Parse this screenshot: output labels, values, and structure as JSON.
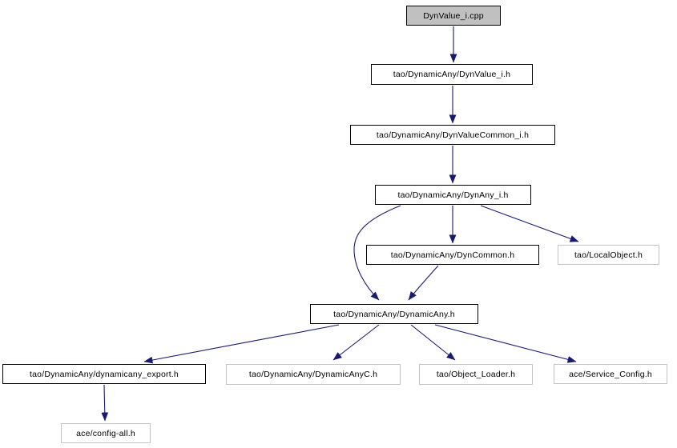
{
  "diagram": {
    "type": "include-dependency-graph",
    "colors": {
      "edge": "#191970",
      "node_fill": "#ffffff",
      "source_node_fill": "#c0c0c0",
      "documented_border": "#000000",
      "external_border": "#c4c4c4",
      "text": "#000000",
      "background": "#ffffff"
    },
    "nodes": [
      {
        "id": "dynvalue_i_cpp",
        "label": "DynValue_i.cpp",
        "style": "source"
      },
      {
        "id": "dynvalue_i_h",
        "label": "tao/DynamicAny/DynValue_i.h",
        "style": "documented"
      },
      {
        "id": "dynvaluecommon_i_h",
        "label": "tao/DynamicAny/DynValueCommon_i.h",
        "style": "documented"
      },
      {
        "id": "dynany_i_h",
        "label": "tao/DynamicAny/DynAny_i.h",
        "style": "documented"
      },
      {
        "id": "dyncommon_h",
        "label": "tao/DynamicAny/DynCommon.h",
        "style": "documented"
      },
      {
        "id": "localobject_h",
        "label": "tao/LocalObject.h",
        "style": "external"
      },
      {
        "id": "dynamicany_h",
        "label": "tao/DynamicAny/DynamicAny.h",
        "style": "documented"
      },
      {
        "id": "dynamicany_export_h",
        "label": "tao/DynamicAny/dynamicany_export.h",
        "style": "documented"
      },
      {
        "id": "dynamicanyc_h",
        "label": "tao/DynamicAny/DynamicAnyC.h",
        "style": "external"
      },
      {
        "id": "object_loader_h",
        "label": "tao/Object_Loader.h",
        "style": "external"
      },
      {
        "id": "service_config_h",
        "label": "ace/Service_Config.h",
        "style": "external"
      },
      {
        "id": "config_all_h",
        "label": "ace/config-all.h",
        "style": "external"
      }
    ],
    "edges": [
      {
        "from": "dynvalue_i_cpp",
        "to": "dynvalue_i_h"
      },
      {
        "from": "dynvalue_i_h",
        "to": "dynvaluecommon_i_h"
      },
      {
        "from": "dynvaluecommon_i_h",
        "to": "dynany_i_h"
      },
      {
        "from": "dynany_i_h",
        "to": "dyncommon_h"
      },
      {
        "from": "dynany_i_h",
        "to": "dynamicany_h"
      },
      {
        "from": "dynany_i_h",
        "to": "localobject_h"
      },
      {
        "from": "dyncommon_h",
        "to": "dynamicany_h"
      },
      {
        "from": "dynamicany_h",
        "to": "dynamicany_export_h"
      },
      {
        "from": "dynamicany_h",
        "to": "dynamicanyc_h"
      },
      {
        "from": "dynamicany_h",
        "to": "object_loader_h"
      },
      {
        "from": "dynamicany_h",
        "to": "service_config_h"
      },
      {
        "from": "dynamicany_export_h",
        "to": "config_all_h"
      }
    ]
  }
}
